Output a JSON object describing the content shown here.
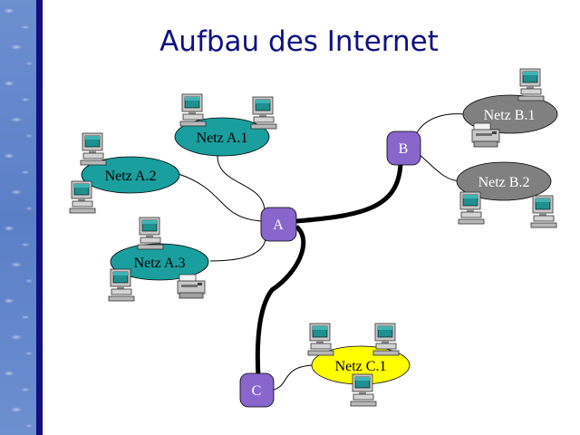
{
  "title": "Aufbau des Internet",
  "colors": {
    "router": "#8866cc",
    "net_a": "#1a9e9e",
    "net_b": "#808080",
    "net_c": "#ffff00",
    "title": "#101080",
    "sidebar": "#101080"
  },
  "routers": {
    "a": "A",
    "b": "B",
    "c": "C"
  },
  "networks": {
    "a1": "Netz A.1",
    "a2": "Netz A.2",
    "a3": "Netz A.3",
    "b1": "Netz B.1",
    "b2": "Netz B.2",
    "c1": "Netz C.1"
  },
  "icons": {
    "computer": "computer-icon",
    "printer": "printer-icon"
  }
}
